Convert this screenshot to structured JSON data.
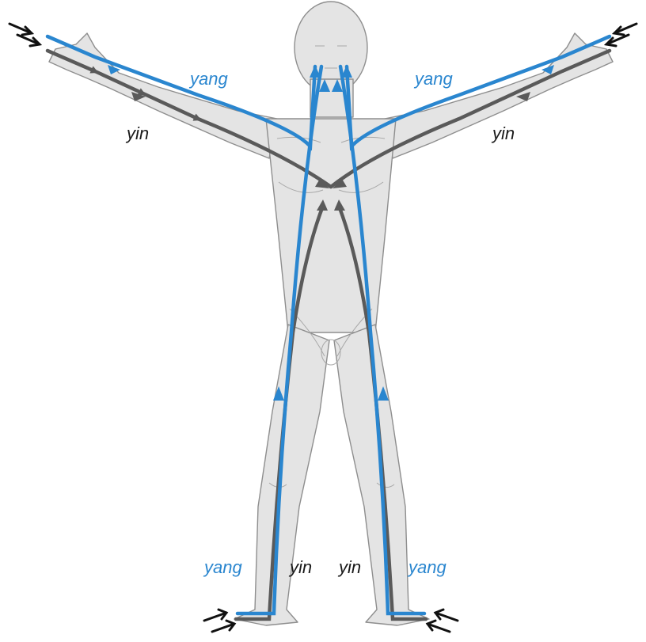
{
  "labels": {
    "yang_right_arm": "yang",
    "yin_right_arm": "yin",
    "yang_left_arm": "yang",
    "yin_left_arm": "yin",
    "yang_right_leg": "yang",
    "yin_right_leg": "yin",
    "yin_left_leg": "yin",
    "yang_left_leg": "yang"
  },
  "colors": {
    "yang": "#2a86cf",
    "yin": "#5a5a5a",
    "body_fill": "#e4e4e4",
    "body_outline": "#8e8e8e",
    "label_yin": "#1a1a1a",
    "incoming_arrow": "#111111"
  }
}
